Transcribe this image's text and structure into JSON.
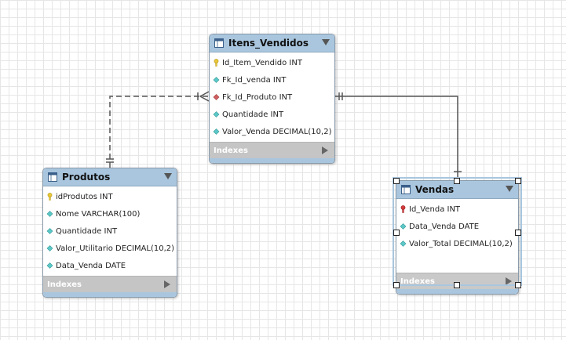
{
  "tables": {
    "itens_vendidos": {
      "title": "Itens_Vendidos",
      "columns": [
        {
          "text": "Id_Item_Vendido INT",
          "icon": "primary-key-icon"
        },
        {
          "text": "Fk_Id_venda INT",
          "icon": "column-diamond-icon"
        },
        {
          "text": "Fk_Id_Produto INT",
          "icon": "foreign-key-icon"
        },
        {
          "text": "Quantidade INT",
          "icon": "column-diamond-icon"
        },
        {
          "text": "Valor_Venda DECIMAL(10,2)",
          "icon": "column-diamond-icon"
        }
      ],
      "indexes_label": "Indexes"
    },
    "produtos": {
      "title": "Produtos",
      "columns": [
        {
          "text": "idProdutos INT",
          "icon": "primary-key-icon"
        },
        {
          "text": "Nome VARCHAR(100)",
          "icon": "column-diamond-icon"
        },
        {
          "text": "Quantidade INT",
          "icon": "column-diamond-icon"
        },
        {
          "text": "Valor_Utilitario DECIMAL(10,2)",
          "icon": "column-diamond-icon"
        },
        {
          "text": "Data_Venda DATE",
          "icon": "column-diamond-icon"
        }
      ],
      "indexes_label": "Indexes"
    },
    "vendas": {
      "title": "Vendas",
      "columns": [
        {
          "text": "Id_Venda INT",
          "icon": "primary-key-icon"
        },
        {
          "text": "Data_Venda DATE",
          "icon": "column-diamond-icon"
        },
        {
          "text": "Valor_Total DECIMAL(10,2)",
          "icon": "column-diamond-icon"
        }
      ],
      "indexes_label": "Indexes"
    }
  },
  "relationships": [
    {
      "from": "Produtos",
      "to": "Itens_Vendidos",
      "style": "dashed",
      "from_end": "one",
      "to_end": "many"
    },
    {
      "from": "Itens_Vendidos",
      "to": "Vendas",
      "style": "solid",
      "from_end": "one-mandatory",
      "to_end": "one"
    }
  ],
  "colors": {
    "header": "#a9c6de",
    "indexes_bar": "#c5c5c5",
    "key_yellow": "#e8c838",
    "key_red": "#d23c3c",
    "diamond_cyan": "#5bc8c8",
    "diamond_fk": "#d06060",
    "connector": "#555555"
  }
}
